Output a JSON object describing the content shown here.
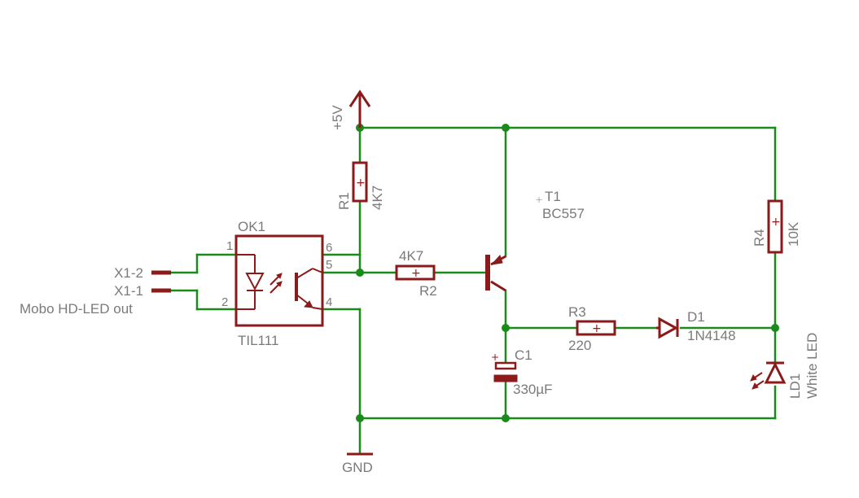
{
  "supply": {
    "label": "+5V"
  },
  "ground": {
    "label": "GND"
  },
  "connector": {
    "pin2_label": "X1-2",
    "pin1_label": "X1-1",
    "description": "Mobo HD-LED out"
  },
  "optocoupler": {
    "name": "OK1",
    "value": "TIL111",
    "pins": [
      "1",
      "2",
      "6",
      "5",
      "4"
    ]
  },
  "r1": {
    "name": "R1",
    "value": "4K7"
  },
  "r2": {
    "name": "R2",
    "value": "4K7"
  },
  "r3": {
    "name": "R3",
    "value": "220"
  },
  "r4": {
    "name": "R4",
    "value": "10K"
  },
  "t1": {
    "name": "T1",
    "value": "BC557"
  },
  "c1": {
    "name": "C1",
    "value": "330µF"
  },
  "d1": {
    "name": "D1",
    "value": "1N4148"
  },
  "ld1": {
    "name": "LD1",
    "value": "White LED"
  },
  "colors": {
    "wire": "#1a8a1a",
    "component": "#8b1a1a",
    "label": "#7a7a7a"
  }
}
